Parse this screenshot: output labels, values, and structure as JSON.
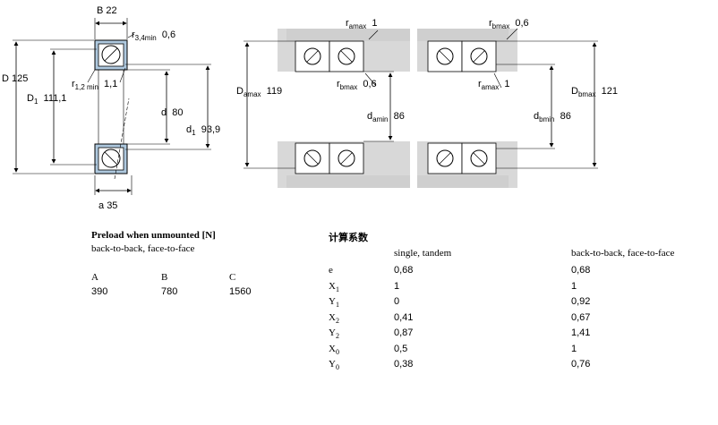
{
  "section_view": {
    "B": {
      "label": "B",
      "value": "22"
    },
    "r34": {
      "label": "r",
      "sub": "3,4min",
      "value": "0,6"
    },
    "r12": {
      "label": "r",
      "sub": "1,2 min",
      "value": "1,1"
    },
    "D": {
      "label": "D",
      "value": "125"
    },
    "D1": {
      "label": "D",
      "sub": "1",
      "value": "111,1"
    },
    "d": {
      "label": "d",
      "value": "80"
    },
    "d1": {
      "label": "d",
      "sub": "1",
      "value": "93,9"
    },
    "a": {
      "label": "a",
      "value": "35"
    }
  },
  "abutment_view": {
    "ramax_top": {
      "label": "r",
      "sub": "amax",
      "value": "1"
    },
    "rbmax_top": {
      "label": "r",
      "sub": "bmax",
      "value": "0,6"
    },
    "Damax": {
      "label": "D",
      "sub": "amax",
      "value": "119"
    },
    "rbmax_mid": {
      "label": "r",
      "sub": "bmax",
      "value": "0,6"
    },
    "damin": {
      "label": "d",
      "sub": "amin",
      "value": "86"
    },
    "ramax_mid": {
      "label": "r",
      "sub": "amax",
      "value": "1"
    },
    "dbmin": {
      "label": "d",
      "sub": "bmin",
      "value": "86"
    },
    "Dbmax": {
      "label": "D",
      "sub": "bmax",
      "value": "121"
    }
  },
  "preload": {
    "title": "Preload when unmounted [N]",
    "subtitle": "back-to-back, face-to-face",
    "headers": [
      "A",
      "B",
      "C"
    ],
    "values": [
      "390",
      "780",
      "1560"
    ]
  },
  "factors": {
    "title": "计算系数",
    "col1": "single, tandem",
    "col2": "back-to-back, face-to-face",
    "rows": [
      {
        "sym": "e",
        "sub": "",
        "v1": "0,68",
        "v2": "0,68"
      },
      {
        "sym": "X",
        "sub": "1",
        "v1": "1",
        "v2": "1"
      },
      {
        "sym": "Y",
        "sub": "1",
        "v1": "0",
        "v2": "0,92"
      },
      {
        "sym": "X",
        "sub": "2",
        "v1": "0,41",
        "v2": "0,67"
      },
      {
        "sym": "Y",
        "sub": "2",
        "v1": "0,87",
        "v2": "1,41"
      },
      {
        "sym": "X",
        "sub": "0",
        "v1": "0,5",
        "v2": "1"
      },
      {
        "sym": "Y",
        "sub": "0",
        "v1": "0,38",
        "v2": "0,76"
      }
    ]
  },
  "colors": {
    "ring_fill": "#aec8de",
    "housing": "#d8d8d8",
    "line": "#000000"
  }
}
